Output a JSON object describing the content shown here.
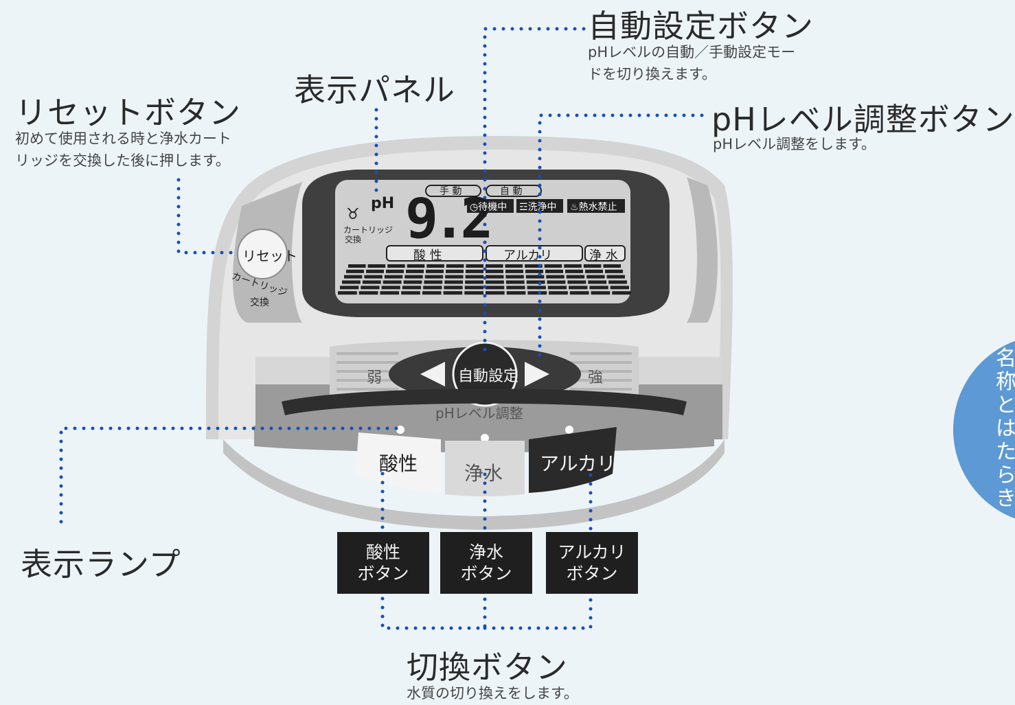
{
  "callouts": {
    "auto_button": {
      "title": "自動設定ボタン",
      "desc_line1": "pHレベルの自動／手動設定モー",
      "desc_line2": "ドを切り換えます。"
    },
    "display_panel": {
      "title": "表示パネル"
    },
    "reset_button": {
      "title": "リセットボタン",
      "desc_line1": "初めて使用される時と浄水カート",
      "desc_line2": "リッジを交換した後に押します。"
    },
    "ph_adjust_button": {
      "title": "pHレベル調整ボタン",
      "desc_line1": "pHレベル調整をします。"
    },
    "indicator_lamp": {
      "title": "表示ランプ"
    },
    "switch_button": {
      "title": "切換ボタン",
      "desc_line1": "水質の切り換えをします。"
    }
  },
  "device": {
    "reset_label": "リセット",
    "reset_sub1": "カートリッジ",
    "reset_sub2": "交換",
    "lcd": {
      "cartridge_line1": "カートリッジ",
      "cartridge_line2": "交換",
      "ph_label": "pH",
      "ph_value": "9.2",
      "manual": "手 動",
      "auto": "自 動",
      "standby": "待機中",
      "cleaning": "洗浄中",
      "no_hot_water": "熱水禁止",
      "acidic": "酸 性",
      "alkaline": "アルカリ",
      "purified": "浄 水"
    },
    "weak": "弱",
    "strong": "強",
    "auto_set": "自動設定",
    "ph_adjust_label": "pHレベル調整",
    "mode_acid": "酸性",
    "mode_pure": "浄水",
    "mode_alk": "アルカリ"
  },
  "buttons": {
    "acid_line1": "酸性",
    "acid_line2": "ボタン",
    "pure_line1": "浄水",
    "pure_line2": "ボタン",
    "alk_line1": "アルカリ",
    "alk_line2": "ボタン"
  },
  "side_tab": "名称とはたらき",
  "colors": {
    "leader": "#1450b8",
    "device_gray": "#9a9a9a",
    "panel_dark": "#3f3f3f",
    "lcd_bg": "#cfcfcf",
    "side_tab": "#5d99d4"
  }
}
